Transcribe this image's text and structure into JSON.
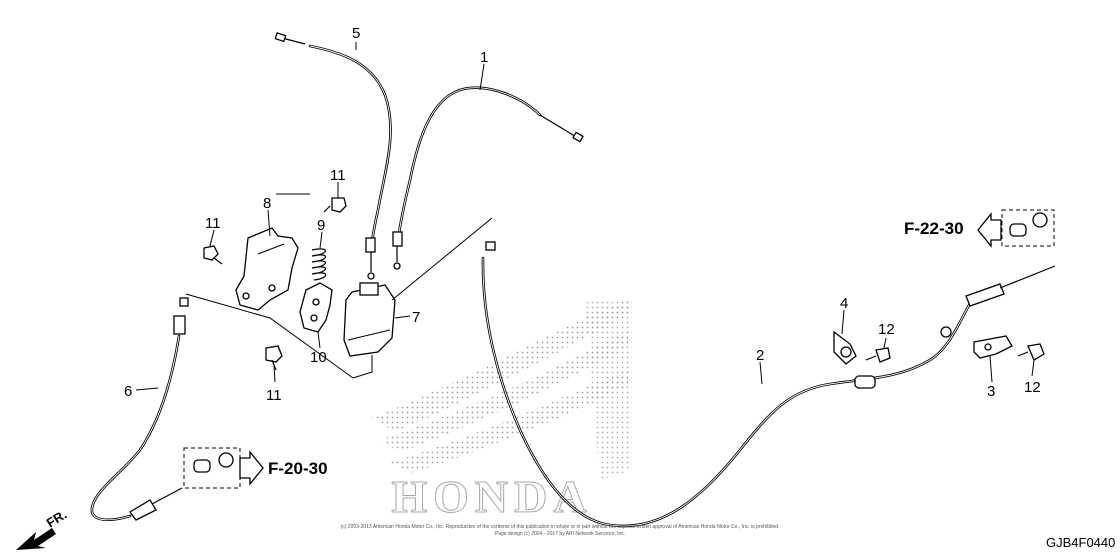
{
  "diagram": {
    "callouts": {
      "p1": "1",
      "p2": "2",
      "p3": "3",
      "p4": "4",
      "p5": "5",
      "p6": "6",
      "p7": "7",
      "p8": "8",
      "p9": "9",
      "p10": "10",
      "p11a": "11",
      "p11b": "11",
      "p11c": "11",
      "p12a": "12",
      "p12b": "12"
    },
    "references": {
      "ref_left": "F-20-30",
      "ref_right": "F-22-30"
    },
    "front_label": "FR.",
    "watermark_word": "HONDA",
    "copyright_line1": "(c) 2003-2013 American Honda Motor Co., Inc. Reproduction of the contents of this publication in whole or in part without the express written approval of American Honda Motor Co., Inc. is prohibited.",
    "copyright_line2": "Page design (c) 2004 - 2017 by ARI Network Services, Inc.",
    "diagram_code": "GJB4F0440"
  }
}
